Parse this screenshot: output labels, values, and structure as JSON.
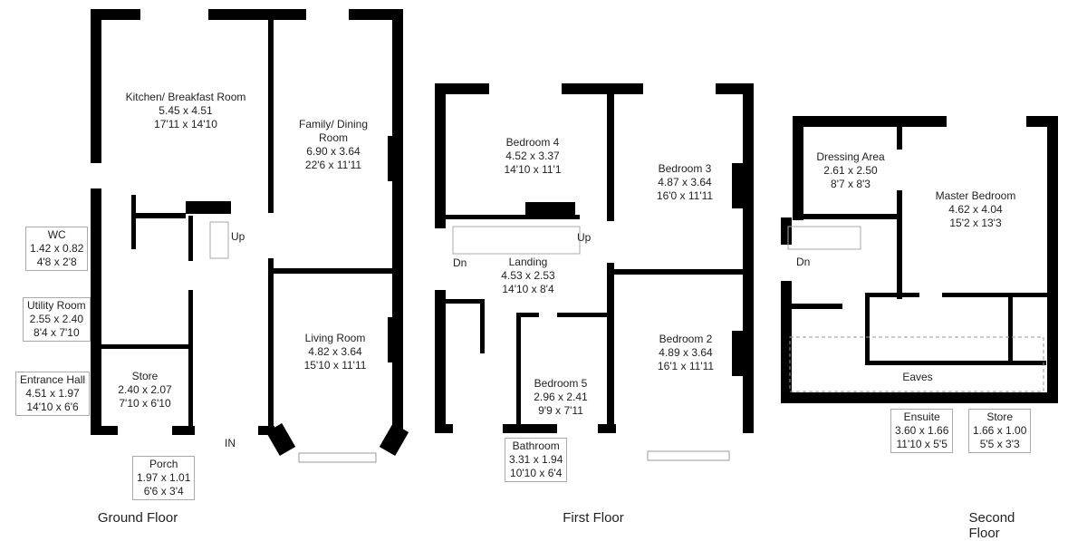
{
  "floors": [
    {
      "name": "Ground Floor",
      "rooms": [
        {
          "name": "Kitchen/ Breakfast Room",
          "metric": "5.45 x 4.51",
          "imperial": "17'11 x 14'10"
        },
        {
          "name": "Family/ Dining Room",
          "metric": "6.90 x 3.64",
          "imperial": "22'6 x 11'11"
        },
        {
          "name": "WC",
          "metric": "1.42 x 0.82",
          "imperial": "4'8 x 2'8"
        },
        {
          "name": "Utility Room",
          "metric": "2.55 x 2.40",
          "imperial": "8'4 x 7'10"
        },
        {
          "name": "Entrance Hall",
          "metric": "4.51 x 1.97",
          "imperial": "14'10 x 6'6"
        },
        {
          "name": "Store",
          "metric": "2.40 x 2.07",
          "imperial": "7'10 x 6'10"
        },
        {
          "name": "Porch",
          "metric": "1.97 x 1.01",
          "imperial": "6'6 x 3'4"
        },
        {
          "name": "Living Room",
          "metric": "4.82 x 3.64",
          "imperial": "15'10 x 11'11"
        }
      ],
      "markers": {
        "up": "Up",
        "in": "IN"
      }
    },
    {
      "name": "First Floor",
      "rooms": [
        {
          "name": "Bedroom 4",
          "metric": "4.52 x 3.37",
          "imperial": "14'10 x 11'1"
        },
        {
          "name": "Bedroom 3",
          "metric": "4.87 x 3.64",
          "imperial": "16'0 x 11'11"
        },
        {
          "name": "Landing",
          "metric": "4.53 x 2.53",
          "imperial": "14'10 x 8'4"
        },
        {
          "name": "Bedroom 5",
          "metric": "2.96 x 2.41",
          "imperial": "9'9 x 7'11"
        },
        {
          "name": "Bedroom 2",
          "metric": "4.89 x 3.64",
          "imperial": "16'1 x 11'11"
        },
        {
          "name": "Bathroom",
          "metric": "3.31 x 1.94",
          "imperial": "10'10 x 6'4"
        }
      ],
      "markers": {
        "up": "Up",
        "dn": "Dn"
      }
    },
    {
      "name": "Second Floor",
      "rooms": [
        {
          "name": "Dressing Area",
          "metric": "2.61 x 2.50",
          "imperial": "8'7 x 8'3"
        },
        {
          "name": "Master Bedroom",
          "metric": "4.62 x 4.04",
          "imperial": "15'2 x 13'3"
        },
        {
          "name": "Eaves"
        },
        {
          "name": "Ensuite",
          "metric": "3.60 x 1.66",
          "imperial": "11'10 x 5'5"
        },
        {
          "name": "Store",
          "metric": "1.66 x 1.00",
          "imperial": "5'5 x 3'3"
        }
      ],
      "markers": {
        "dn": "Dn"
      }
    }
  ],
  "colors": {
    "wall": "#000000",
    "fixture": "#999999",
    "label_border": "#aaaaaa"
  }
}
